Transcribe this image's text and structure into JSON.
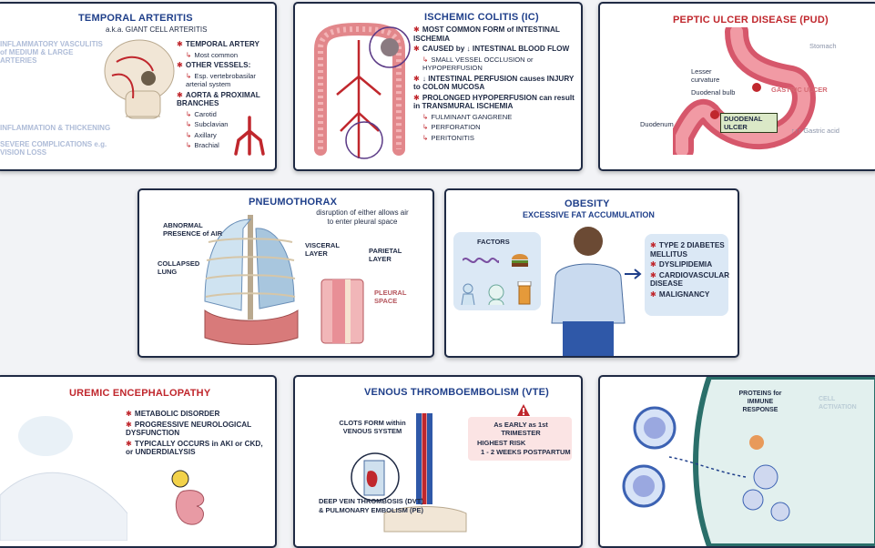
{
  "temporal": {
    "title": "TEMPORAL ARTERITIS",
    "subtitle": "a.k.a. GIANT CELL ARTERITIS",
    "side_top": "INFLAMMATORY VASCULITIS of MEDIUM & LARGE ARTERIES",
    "side_bottom1": "INFLAMMATION & THICKENING",
    "side_bottom2": "SEVERE COMPLICATIONS e.g. VISION LOSS",
    "items": [
      {
        "text": "TEMPORAL ARTERY",
        "sub": false
      },
      {
        "text": "Most common",
        "sub": true
      },
      {
        "text": "OTHER VESSELS:",
        "sub": false
      },
      {
        "text": "Esp. vertebrobasilar arterial system",
        "sub": true
      },
      {
        "text": "AORTA & PROXIMAL BRANCHES",
        "sub": false
      },
      {
        "text": "Carotid",
        "sub": true
      },
      {
        "text": "Subclavian",
        "sub": true
      },
      {
        "text": "Axillary",
        "sub": true
      },
      {
        "text": "Brachial",
        "sub": true
      }
    ]
  },
  "ischemic": {
    "title": "ISCHEMIC COLITIS (IC)",
    "items": [
      {
        "text": "MOST COMMON FORM of INTESTINAL ISCHEMIA",
        "sub": false
      },
      {
        "text": "CAUSED by ↓ INTESTINAL BLOOD FLOW",
        "sub": false
      },
      {
        "text": "SMALL VESSEL OCCLUSION or HYPOPERFUSION",
        "sub": true
      },
      {
        "text": "↓ INTESTINAL PERFUSION causes INJURY to COLON MUCOSA",
        "sub": false
      },
      {
        "text": "PROLONGED HYPOPERFUSION can result in TRANSMURAL ISCHEMIA",
        "sub": false
      },
      {
        "text": "FULMINANT GANGRENE",
        "sub": true
      },
      {
        "text": "PERFORATION",
        "sub": true
      },
      {
        "text": "PERITONITIS",
        "sub": true
      }
    ]
  },
  "pud": {
    "title": "PEPTIC ULCER DISEASE (PUD)",
    "labels": {
      "stomach": "Stomach",
      "lesser": "Lesser curvature",
      "bulb": "Duodenal bulb",
      "gastric": "GASTRIC ULCER",
      "duodenum": "Duodenum",
      "duodenal": "DUODENAL ULCER",
      "acid": "↑↑↑ Gastric acid"
    }
  },
  "pneumo": {
    "title": "PNEUMOTHORAX",
    "note": "disruption of either allows air to enter pleural space",
    "labels": {
      "abnormal": "ABNORMAL PRESENCE of AIR",
      "collapsed": "COLLAPSED LUNG",
      "visceral": "VISCERAL LAYER",
      "parietal": "PARIETAL LAYER",
      "pleural": "PLEURAL SPACE"
    }
  },
  "obesity": {
    "title": "OBESITY",
    "subtitle": "EXCESSIVE FAT ACCUMULATION",
    "factors": "FACTORS",
    "items": [
      {
        "text": "TYPE 2 DIABETES MELLITUS"
      },
      {
        "text": "DYSLIPIDEMIA"
      },
      {
        "text": "CARDIOVASCULAR DISEASE"
      },
      {
        "text": "MALIGNANCY"
      }
    ]
  },
  "uremic": {
    "title": "UREMIC ENCEPHALOPATHY",
    "items": [
      {
        "text": "METABOLIC DISORDER"
      },
      {
        "text": "PROGRESSIVE NEUROLOGICAL DYSFUNCTION"
      },
      {
        "text": "TYPICALLY OCCURS in AKI or CKD, or UNDERDIALYSIS"
      }
    ]
  },
  "vte": {
    "title": "VENOUS THROMBOEMBOLISM (VTE)",
    "clots": "CLOTS FORM within VENOUS SYSTEM",
    "early": "As EARLY as 1st TRIMESTER",
    "risk1": "HIGHEST RISK",
    "risk2": "1 - 2 WEEKS POSTPARTUM",
    "bottom1": "DEEP VEIN THROMBOSIS (DVT)",
    "bottom2": "& PULMONARY EMBOLISM (PE)"
  },
  "immune": {
    "proteins": "PROTEINS for IMMUNE RESPONSE",
    "cell": "CELL ACTIVATION"
  }
}
